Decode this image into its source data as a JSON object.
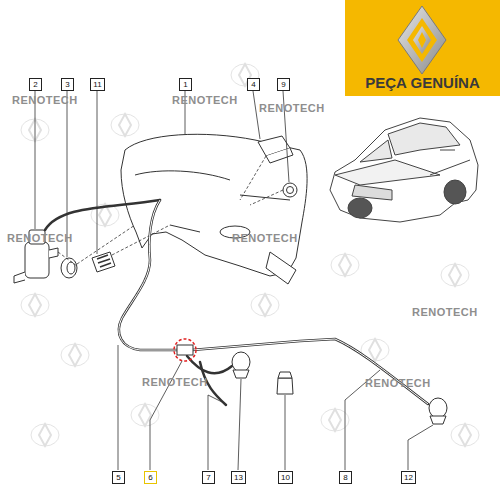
{
  "diagram": {
    "nodes": [
      {
        "text": [
          "PEÇA GENUÍNA"
        ]
      },
      {
        "text": [
          "2"
        ]
      },
      {
        "text": [
          "3"
        ]
      },
      {
        "text": [
          "11"
        ]
      },
      {
        "text": [
          "1"
        ]
      },
      {
        "text": [
          "4"
        ]
      },
      {
        "text": [
          "9"
        ]
      },
      {
        "text": [
          "5"
        ]
      },
      {
        "text": [
          "6"
        ]
      },
      {
        "text": [
          "7"
        ]
      },
      {
        "text": [
          "13"
        ]
      },
      {
        "text": [
          "10"
        ]
      },
      {
        "text": [
          "8"
        ]
      },
      {
        "text": [
          "12"
        ]
      }
    ],
    "labels": [
      "RENOTECH",
      "RENOTECH",
      "RENOTECH",
      "RENOTECH",
      "RENOTECH",
      "RENOTECH",
      "RENOTECH",
      "RENOTECH"
    ]
  }
}
